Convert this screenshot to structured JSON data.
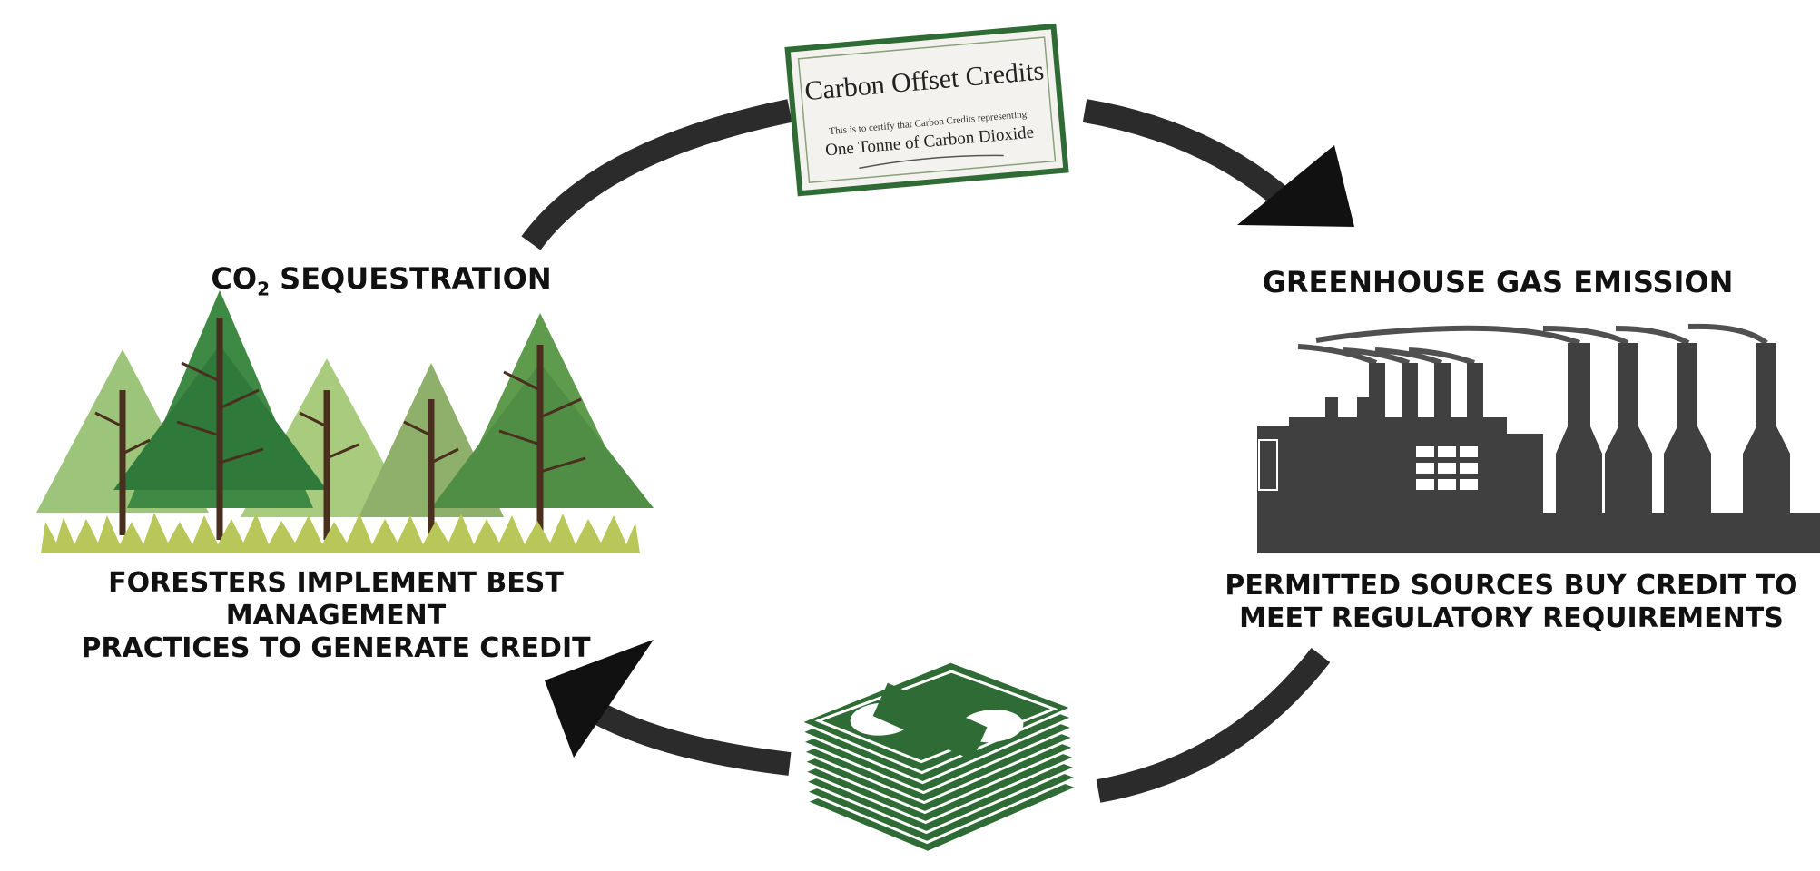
{
  "forest": {
    "title_main": "CO",
    "title_sub": "2",
    "title_rest": " SEQUESTRATION",
    "caption_line1": "FORESTERS IMPLEMENT BEST MANAGEMENT",
    "caption_line2": "PRACTICES TO GENERATE CREDIT"
  },
  "factory": {
    "title": "GREENHOUSE GAS EMISSION",
    "caption_line1": "PERMITTED SOURCES BUY CREDIT TO",
    "caption_line2": "MEET REGULATORY REQUIREMENTS"
  },
  "certificate": {
    "heading": "Carbon Offset Credits",
    "body": "This is to certify that Carbon Credits representing",
    "amount": "One Tonne of Carbon Dioxide"
  },
  "colors": {
    "arrow": "#2b2b2b",
    "arrow_head": "#111111",
    "factory": "#404040",
    "money": "#2f6b34",
    "tree_light": "#9cc47a",
    "tree_mid": "#5f9b4d",
    "tree_dark": "#2f7a3b",
    "trunk": "#4a2f1e",
    "grass": "#b8c65a"
  },
  "icons": [
    "certificate-icon",
    "money-stack-icon",
    "factory-icon",
    "forest-icon",
    "cycle-arrow-icon"
  ]
}
